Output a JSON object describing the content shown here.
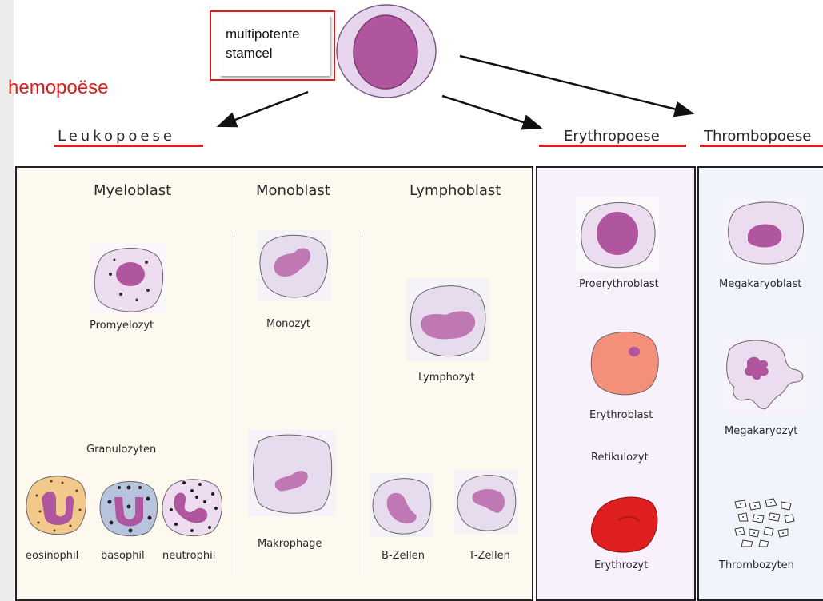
{
  "stem_cell_label": "multipotente\nstamcel",
  "title": "hemopoëse",
  "branches": {
    "leuko": "Leukopoese",
    "erythro": "Erythropoese",
    "thrombo": "Thrombopoese"
  },
  "leuko": {
    "headers": {
      "myelo": "Myeloblast",
      "mono": "Monoblast",
      "lympho": "Lymphoblast"
    },
    "promyelozyt": "Promyelozyt",
    "granulozyten": "Granulozyten",
    "eosinophil": "eosinophil",
    "basophil": "basophil",
    "neutrophil": "neutrophil",
    "monozyt": "Monozyt",
    "makrophage": "Makrophage",
    "lymphozyt": "Lymphozyt",
    "bzellen": "B-Zellen",
    "tzellen": "T-Zellen"
  },
  "erythro": {
    "proerythroblast": "Proerythroblast",
    "erythroblast": "Erythroblast",
    "retikulozyt": "Retikulozyt",
    "erythrozyt": "Erythrozyt"
  },
  "thrombo": {
    "megakaryoblast": "Megakaryoblast",
    "megakaryozyt": "Megakaryozyt",
    "thrombozyten": "Thrombozyten"
  },
  "colors": {
    "annotation_red": "#e01b1b",
    "leuko_panel": "#fdf9ee",
    "erythro_panel": "#f8f1fb",
    "thrombo_panel": "#f1f4fb",
    "nucleus": "#b85ea6",
    "cytoplasm": "#e8d9ec"
  }
}
